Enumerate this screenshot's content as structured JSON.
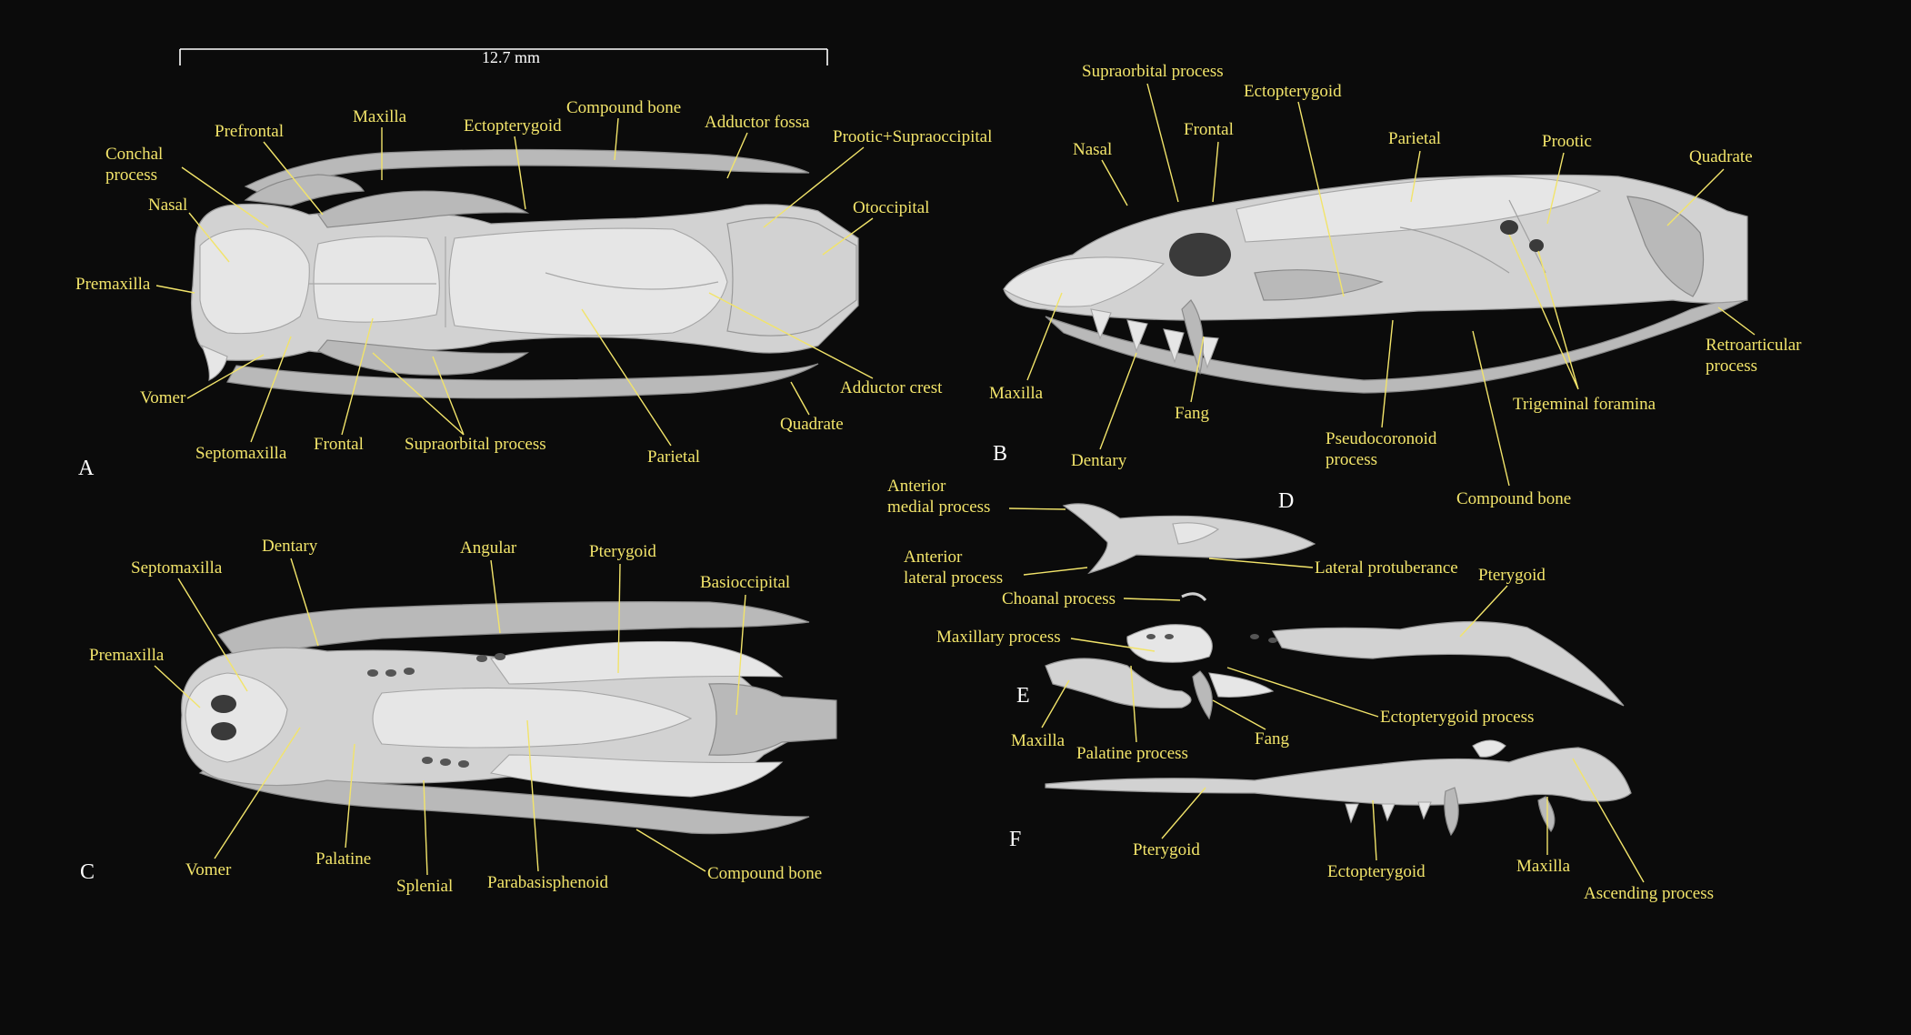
{
  "scale_bar": {
    "label": "12.7 mm"
  },
  "panels": {
    "A": "A",
    "B": "B",
    "C": "C",
    "D": "D",
    "E": "E",
    "F": "F"
  },
  "labels": {
    "A": {
      "conchal_1": "Conchal",
      "conchal_2": "process",
      "nasal": "Nasal",
      "premaxilla": "Premaxilla",
      "prefrontal": "Prefrontal",
      "maxilla": "Maxilla",
      "ectopterygoid": "Ectopterygoid",
      "compound_bone": "Compound bone",
      "adductor_fossa": "Adductor fossa",
      "prootic_supraoccipital": "Prootic+Supraoccipital",
      "otoccipital": "Otoccipital",
      "vomer": "Vomer",
      "septomaxilla": "Septomaxilla",
      "frontal": "Frontal",
      "supraorbital_process": "Supraorbital process",
      "parietal": "Parietal",
      "adductor_crest": "Adductor crest",
      "quadrate": "Quadrate"
    },
    "B": {
      "supraorbital_process": "Supraorbital process",
      "ectopterygoid": "Ectopterygoid",
      "nasal": "Nasal",
      "frontal": "Frontal",
      "parietal": "Parietal",
      "prootic": "Prootic",
      "quadrate": "Quadrate",
      "retroarticular_1": "Retroarticular",
      "retroarticular_2": "process",
      "maxilla": "Maxilla",
      "fang": "Fang",
      "dentary": "Dentary",
      "pseudocoronoid_1": "Pseudocoronoid",
      "pseudocoronoid_2": "process",
      "trigeminal_foramina": "Trigeminal foramina",
      "compound_bone": "Compound bone"
    },
    "C": {
      "septomaxilla": "Septomaxilla",
      "dentary": "Dentary",
      "angular": "Angular",
      "pterygoid": "Pterygoid",
      "basioccipital": "Basioccipital",
      "premaxilla": "Premaxilla",
      "vomer": "Vomer",
      "palatine": "Palatine",
      "splenial": "Splenial",
      "parabasisphenoid": "Parabasisphenoid",
      "compound_bone": "Compound bone"
    },
    "DEF": {
      "anterior_medial_1": "Anterior",
      "anterior_medial_2": "medial process",
      "anterior_lateral_1": "Anterior",
      "anterior_lateral_2": "lateral process",
      "lateral_protuberance": "Lateral protuberance",
      "choanal_process": "Choanal process",
      "pterygoid_e": "Pterygoid",
      "maxillary_process": "Maxillary process",
      "maxilla_e": "Maxilla",
      "palatine_process": "Palatine process",
      "fang": "Fang",
      "ectopterygoid_process": "Ectopterygoid process",
      "pterygoid_f": "Pterygoid",
      "ectopterygoid_f": "Ectopterygoid",
      "maxilla_f": "Maxilla",
      "ascending_process": "Ascending process"
    }
  },
  "colors": {
    "background": "#0b0b0b",
    "label": "#f2e46a",
    "bone": "#d2d2d2",
    "panel_letter": "#ffffff"
  }
}
